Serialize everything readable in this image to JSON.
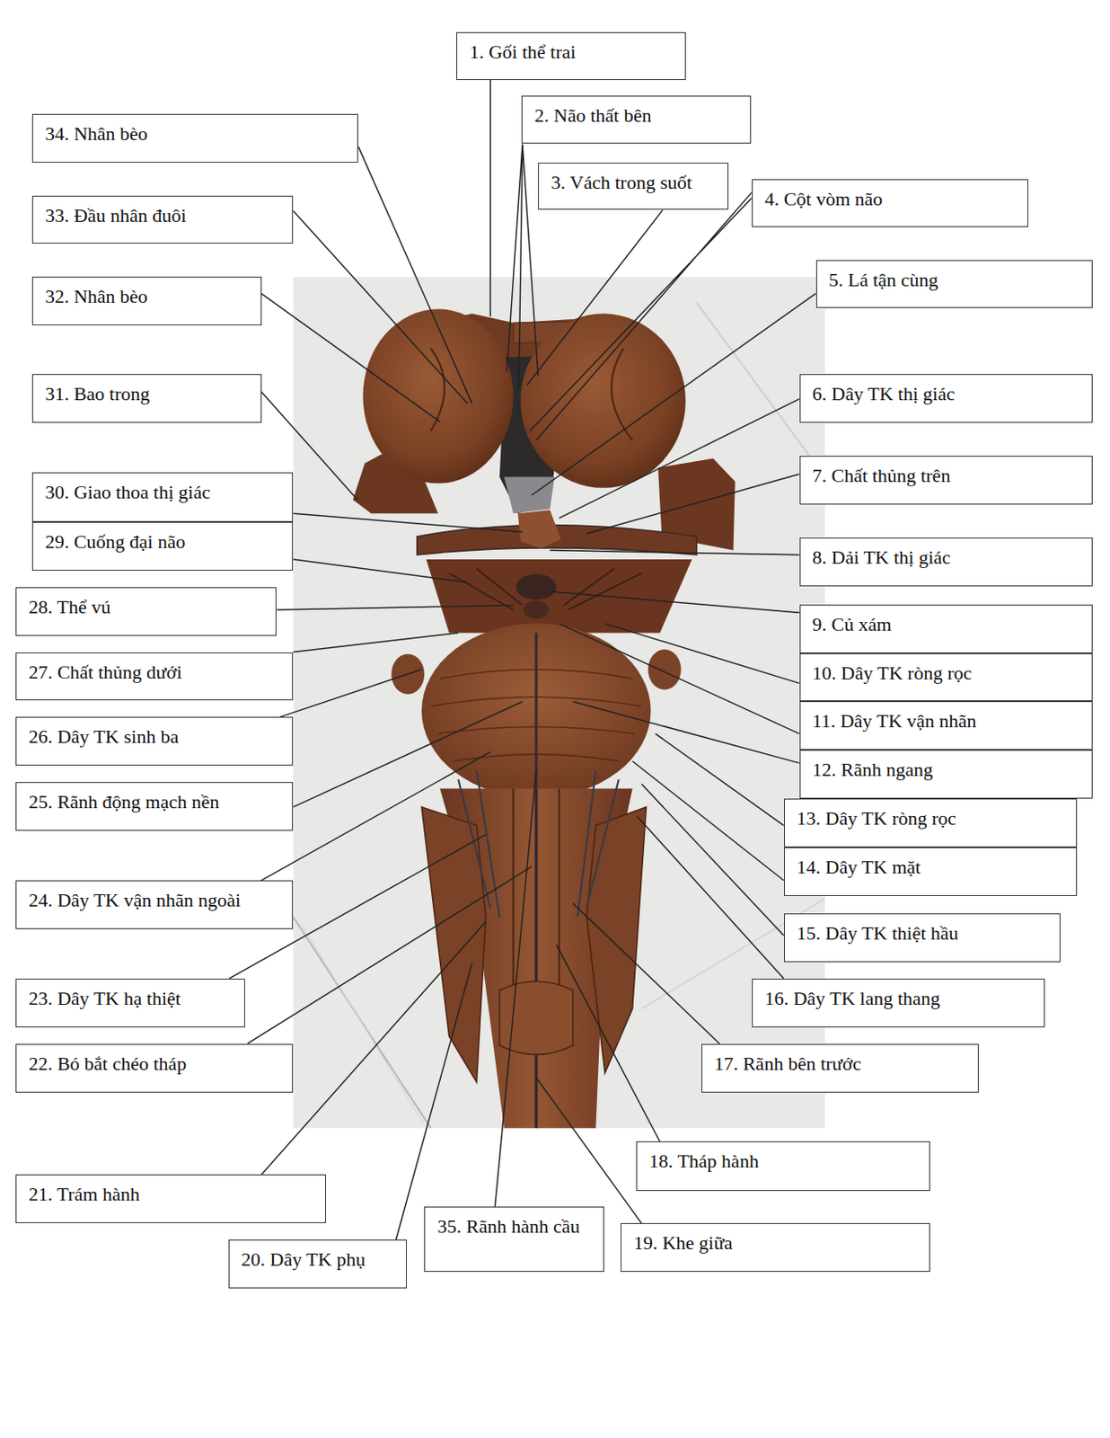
{
  "diagram": {
    "nodes": [
      {
        "text": [
          "1. Gối thể trai"
        ]
      },
      {
        "text": [
          "2. Não thất bên"
        ]
      },
      {
        "text": [
          "3. Vách trong suốt"
        ]
      },
      {
        "text": [
          "4. Cột vòm não"
        ]
      },
      {
        "text": [
          "5. Lá tận cùng"
        ]
      },
      {
        "text": [
          "6. Dây TK thị giác"
        ]
      },
      {
        "text": [
          "7. Chất thủng trên"
        ]
      },
      {
        "text": [
          "8. Dải TK thị giác"
        ]
      },
      {
        "text": [
          "9. Củ xám"
        ]
      },
      {
        "text": [
          "10. Dây TK ròng rọc"
        ]
      },
      {
        "text": [
          "11. Dây TK vận nhãn"
        ]
      },
      {
        "text": [
          "12. Rãnh ngang"
        ]
      },
      {
        "text": [
          "13. Dây TK ròng rọc"
        ]
      },
      {
        "text": [
          "14. Dây TK mặt"
        ]
      },
      {
        "text": [
          "15. Dây TK thiệt hầu"
        ]
      },
      {
        "text": [
          "16. Dây TK lang thang"
        ]
      },
      {
        "text": [
          "17. Rãnh bên trước"
        ]
      },
      {
        "text": [
          "18. Tháp hành"
        ]
      },
      {
        "text": [
          "19. Khe giữa"
        ]
      },
      {
        "text": [
          "20. Dây TK phụ"
        ]
      },
      {
        "text": [
          "21. Trám hành"
        ]
      },
      {
        "text": [
          "22. Bó bắt chéo tháp"
        ]
      },
      {
        "text": [
          "23. Dây TK hạ thiệt"
        ]
      },
      {
        "text": [
          "24. Dây TK vận nhãn ngoài"
        ]
      },
      {
        "text": [
          "25. Rãnh động mạch nền"
        ]
      },
      {
        "text": [
          "26. Dây TK sinh ba"
        ]
      },
      {
        "text": [
          "27. Chất thủng dưới"
        ]
      },
      {
        "text": [
          "28. Thể vú"
        ]
      },
      {
        "text": [
          "29. Cuống đại não"
        ]
      },
      {
        "text": [
          "30. Giao thoa thị giác"
        ]
      },
      {
        "text": [
          "31. Bao trong"
        ]
      },
      {
        "text": [
          "32. Nhân bèo"
        ]
      },
      {
        "text": [
          "33. Đầu nhân đuôi"
        ]
      },
      {
        "text": [
          "34. Nhân bèo"
        ]
      },
      {
        "text": [
          "35. Rãnh hành cầu"
        ]
      }
    ]
  }
}
